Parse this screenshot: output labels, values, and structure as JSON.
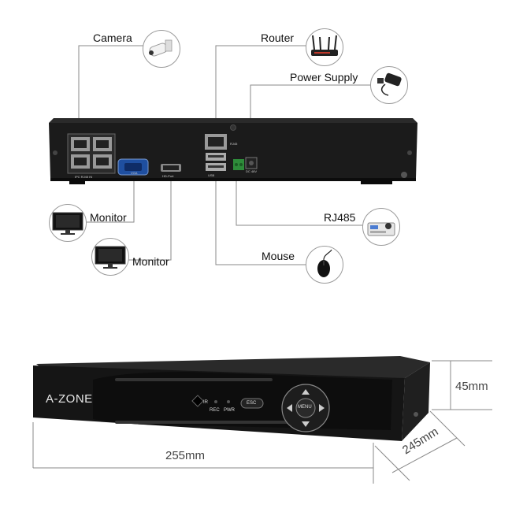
{
  "connections": {
    "camera": "Camera",
    "router": "Router",
    "power_supply": "Power Supply",
    "monitor_vga": "Monitor",
    "monitor_hdmi": "Monitor",
    "rj485": "RJ485",
    "mouse": "Mouse"
  },
  "rear_panel": {
    "port_lan": "IPC RJ45 IN",
    "port_vga": "VGA",
    "port_hdmi": "HD-Port",
    "port_rj45": "RJ45",
    "port_dc": "DC 48V",
    "port_usb": "USB"
  },
  "front_panel": {
    "brand": "A-ZONE",
    "ir_label": "IR",
    "rec_label": "REC",
    "pwr_label": "PWR",
    "esc_label": "ESC",
    "menu_label": "MENU"
  },
  "dimensions": {
    "width": "255mm",
    "depth": "245mm",
    "height": "45mm"
  },
  "colors": {
    "device_body": "#1b1b1b",
    "line": "#888888",
    "vga_port": "#1f4fa0",
    "terminal": "#2e8b3a"
  }
}
